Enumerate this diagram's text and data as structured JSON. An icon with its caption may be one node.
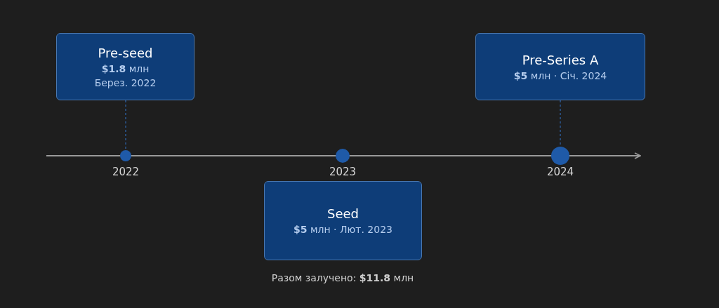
{
  "diagram": {
    "caption": "Разом залучено: **$11.8** млн",
    "nodes": [
      {
        "text": [
          "Pre-seed",
          "**$1.8** млн",
          "Берез. 2022"
        ]
      },
      {
        "text": [
          "Pre-Series A",
          "**$5** млн · Січ. 2024"
        ]
      },
      {
        "text": [],
        "shape": "circle",
        "beside": [
          "2022"
        ]
      },
      {
        "text": [],
        "shape": "circle",
        "beside": [
          "2023"
        ]
      },
      {
        "text": [],
        "shape": "circle",
        "beside": [
          "2024"
        ]
      },
      {
        "text": [
          "Seed",
          "**$5** млн · Лют. 2023"
        ]
      }
    ],
    "edges": [
      {
        "from": 0,
        "to": 2,
        "arrow": "none",
        "style": "dashed"
      },
      {
        "from": 1,
        "to": 4,
        "arrow": "none",
        "style": "dashed"
      }
    ]
  }
}
